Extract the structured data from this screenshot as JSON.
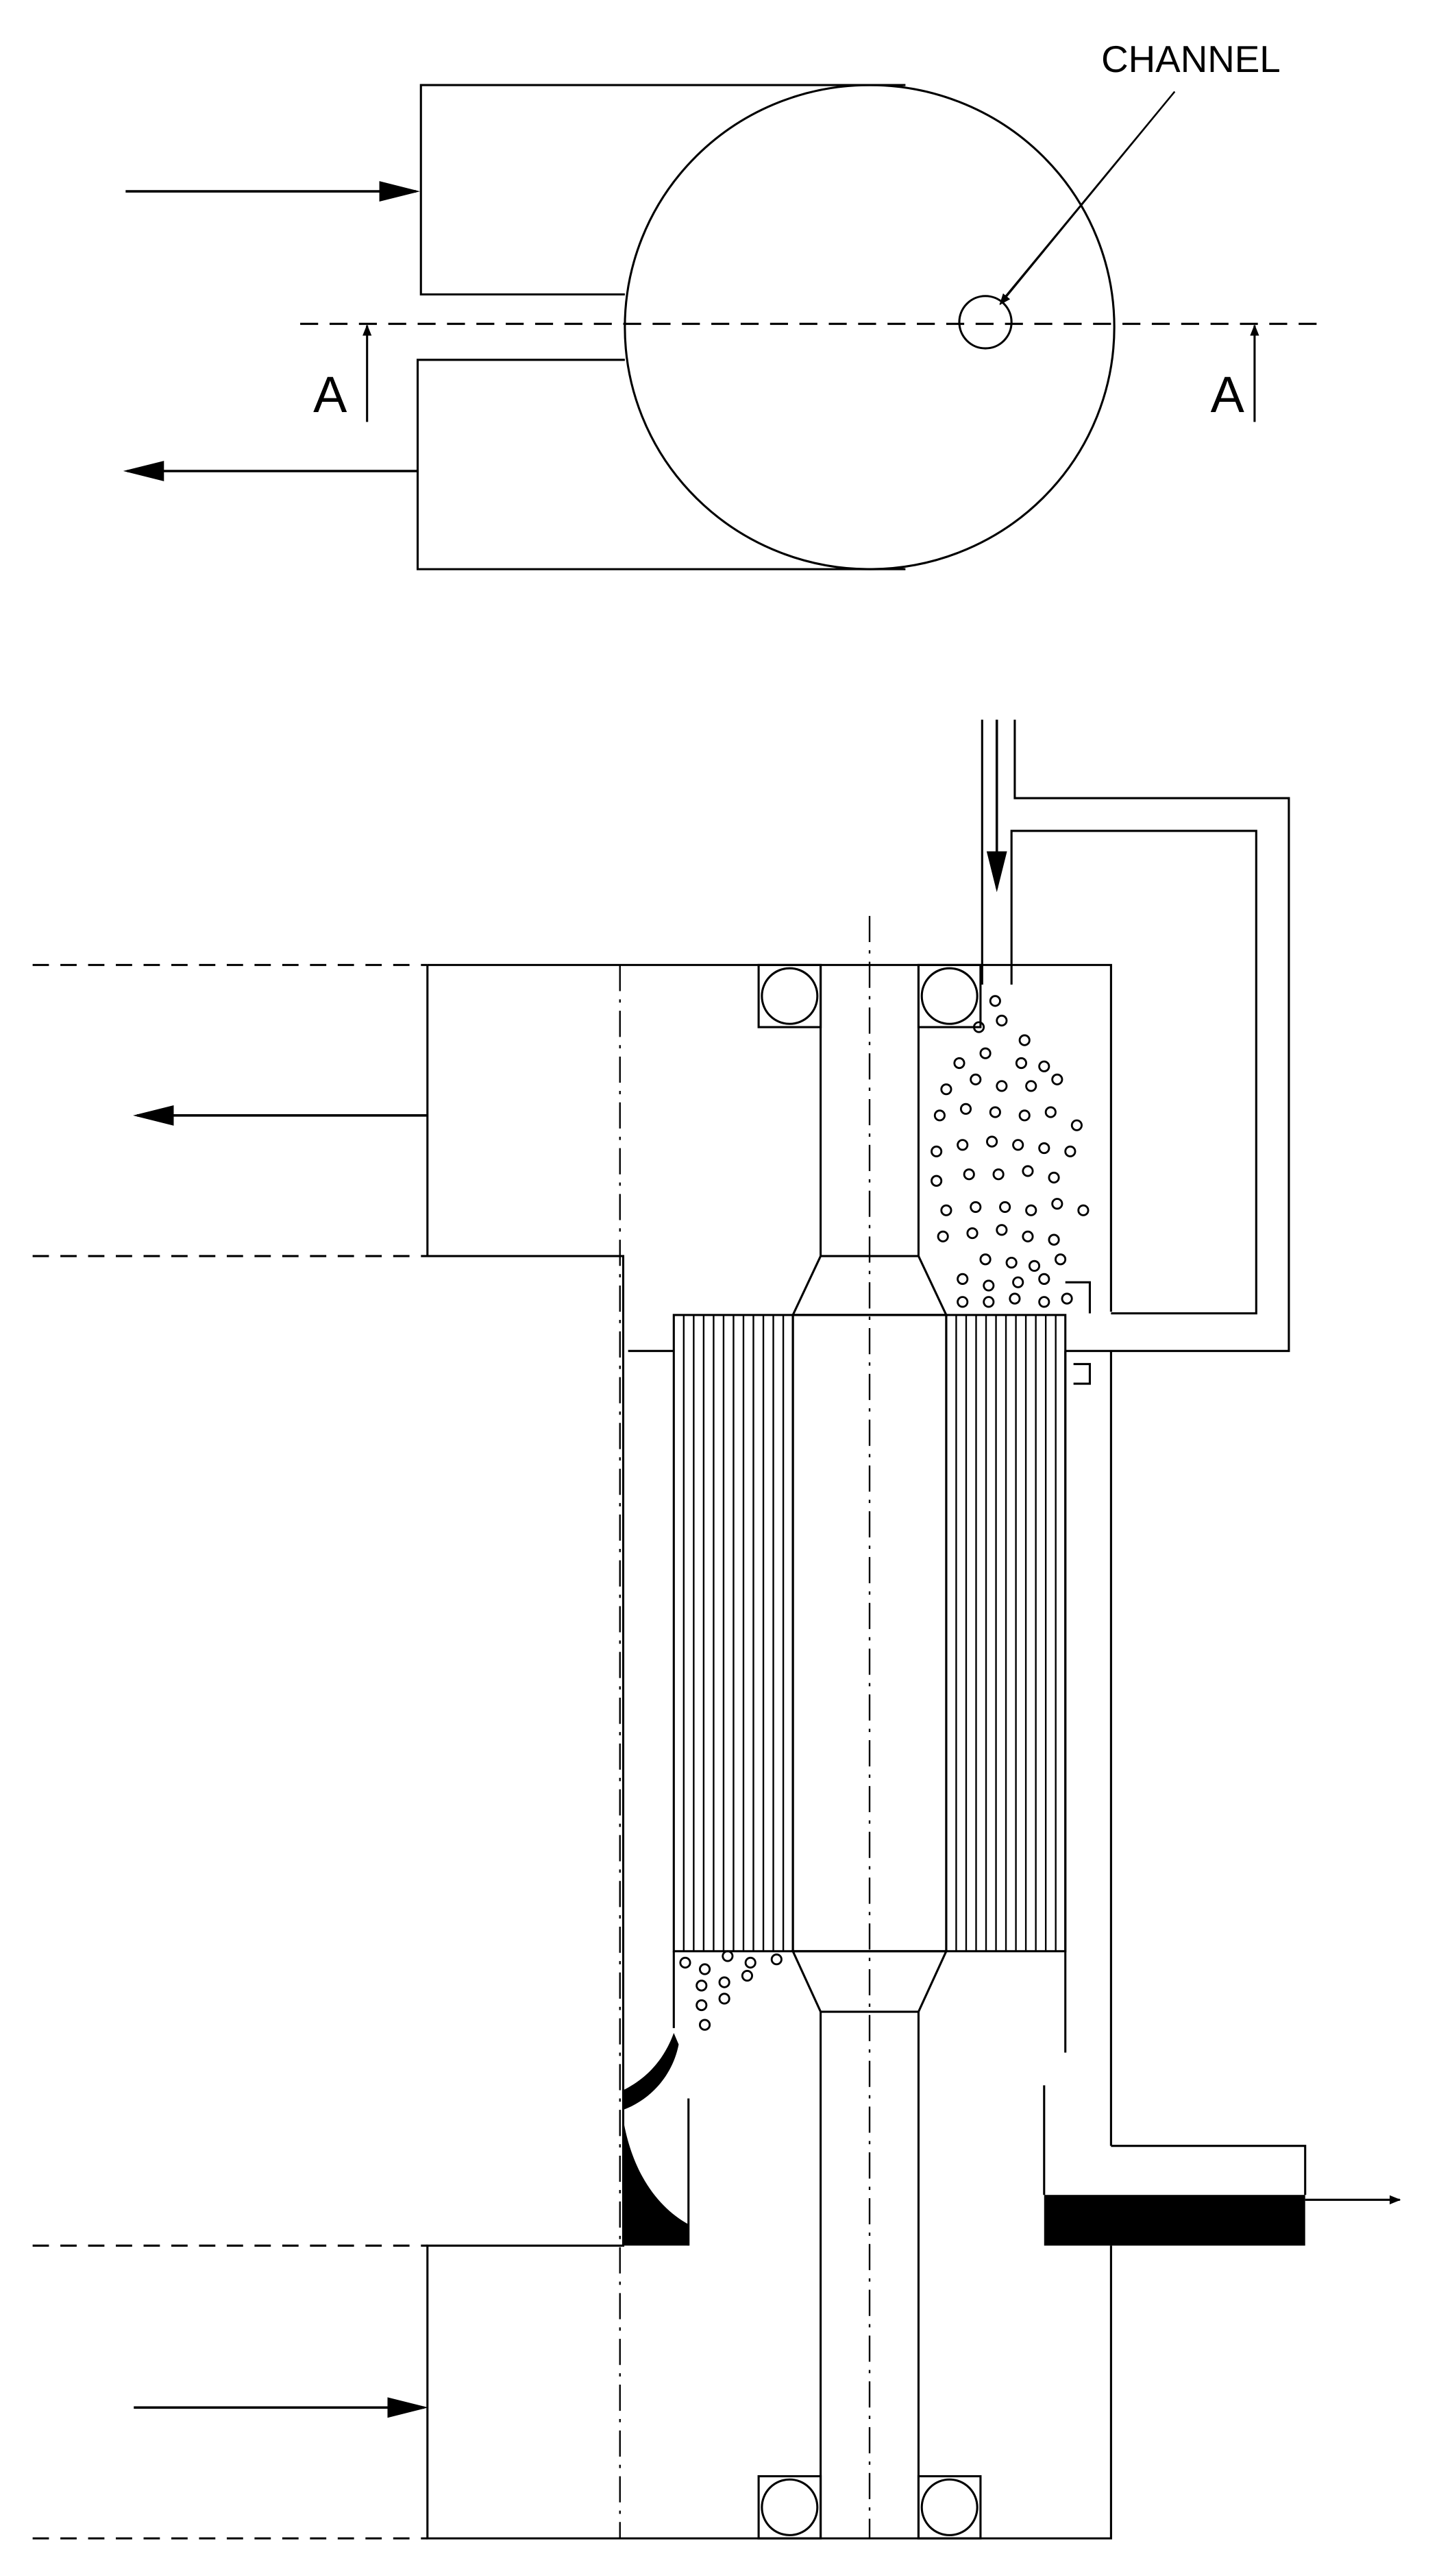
{
  "labels": {
    "channel": "CHANNEL",
    "section_left": "A",
    "section_right": "A"
  }
}
